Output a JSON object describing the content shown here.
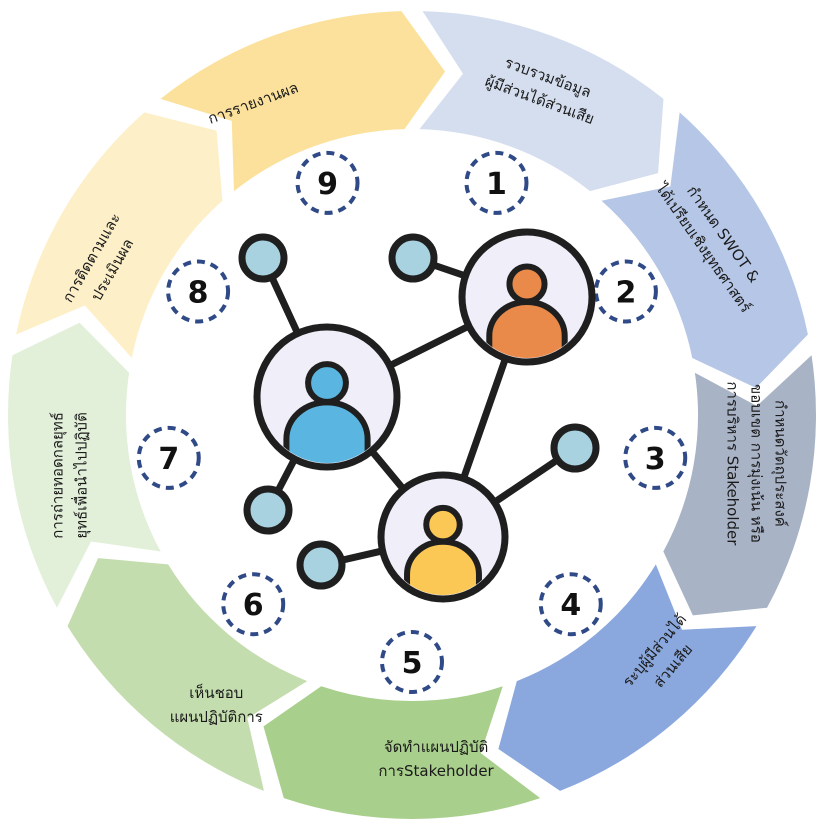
{
  "steps": [
    {
      "number": "1",
      "lines": [
        "รวบรวมข้อมูล",
        "ผู้มีส่วนได้ส่วนเสีย"
      ],
      "color": "#d5deef"
    },
    {
      "number": "2",
      "lines": [
        "กำหนด SWOT &",
        "ได้เปรียบเชิงยุทธศาสตร์"
      ],
      "color": "#b5c6e6"
    },
    {
      "number": "3",
      "lines": [
        "กำหนดวัตถุประสงค์",
        "ขอบเขต การมุ่งเน้น หรือ",
        "การบริหาร Stakeholder"
      ],
      "color": "#a9b3c6"
    },
    {
      "number": "4",
      "lines": [
        "ระบุผู้มีส่วนได้",
        "ส่วนเสีย"
      ],
      "color": "#8aa8de"
    },
    {
      "number": "5",
      "lines": [
        "จัดทำแผนปฏิบัติ",
        "การStakeholder"
      ],
      "color": "#a9cf8c"
    },
    {
      "number": "6",
      "lines": [
        "เห็นชอบ",
        "แผนปฏิบัติการ"
      ],
      "color": "#c4ddaf"
    },
    {
      "number": "7",
      "lines": [
        "การถ่ายทอดกลยุทธ์",
        "ยุทธ์เพื่อนำไปปฏิบัติ"
      ],
      "color": "#e2efd9"
    },
    {
      "number": "8",
      "lines": [
        "การติดตามและ",
        "ประเมินผล"
      ],
      "color": "#fdf0c8"
    },
    {
      "number": "9",
      "lines": [
        "การรายงานผล"
      ],
      "color": "#fbe19b"
    }
  ],
  "colors": {
    "badge_border": "#2f4a86",
    "network_line": "#1f1f1f",
    "node_fill": "#a8d2e0",
    "person_ring_fill": "#efeef9",
    "person_blue": "#5ab6e0",
    "person_orange": "#e98a4a",
    "person_yellow": "#fcc855"
  },
  "icons": [
    "stakeholder-network-icon"
  ]
}
